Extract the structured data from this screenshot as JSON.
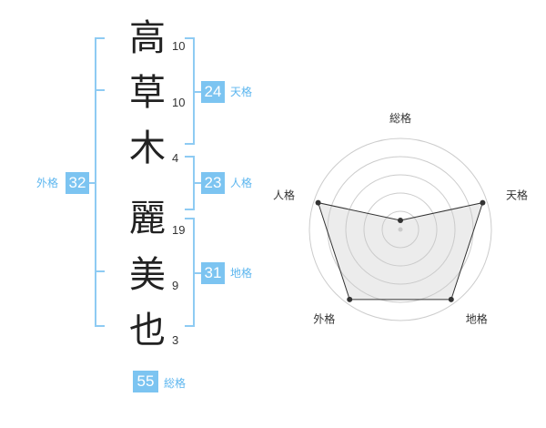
{
  "colors": {
    "accent": "#7cc4f1",
    "accent_text": "#5cb6ef",
    "bracket": "#8ecbf3"
  },
  "name": {
    "chars": [
      {
        "char": "高",
        "strokes": "10"
      },
      {
        "char": "草",
        "strokes": "10"
      },
      {
        "char": "木",
        "strokes": "4"
      },
      {
        "char": "麗",
        "strokes": "19"
      },
      {
        "char": "美",
        "strokes": "9"
      },
      {
        "char": "也",
        "strokes": "3"
      }
    ]
  },
  "kaku": {
    "ten": {
      "value": "24",
      "label": "天格"
    },
    "jin": {
      "value": "23",
      "label": "人格"
    },
    "chi": {
      "value": "31",
      "label": "地格"
    },
    "gai": {
      "value": "32",
      "label": "外格"
    },
    "total": {
      "value": "55",
      "label": "総格"
    }
  },
  "radar": {
    "axes": [
      "総格",
      "天格",
      "地格",
      "外格",
      "人格"
    ],
    "values": [
      0.1,
      0.95,
      0.95,
      0.95,
      0.95
    ],
    "rings": 5
  }
}
